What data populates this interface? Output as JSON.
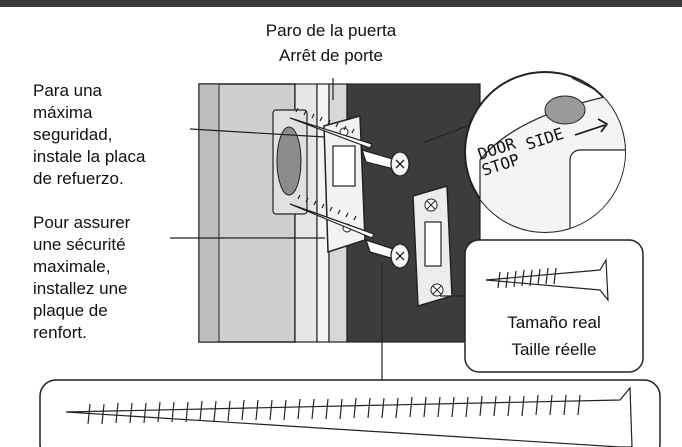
{
  "door_stop": {
    "label_es": "Paro de la puerta",
    "label_fr": "Arrêt de porte"
  },
  "instruction_es": [
    "Para una",
    "máxima",
    "seguridad,",
    "instale la placa",
    "de refuerzo."
  ],
  "instruction_fr": [
    "Pour assurer",
    "une sécurité",
    "maximale,",
    "installez une",
    "plaque de",
    "renfort."
  ],
  "magnifier": {
    "line1": "DOOR",
    "line2": "STOP",
    "side": "SIDE"
  },
  "actual_size": {
    "label_es": "Tamaño real",
    "label_fr": "Taille réelle"
  },
  "colors": {
    "dark_door": "#3c3c3c",
    "frame": "#cfcfcf",
    "frame_light": "#e4e4e4",
    "topbar": "#3a3a3a"
  }
}
